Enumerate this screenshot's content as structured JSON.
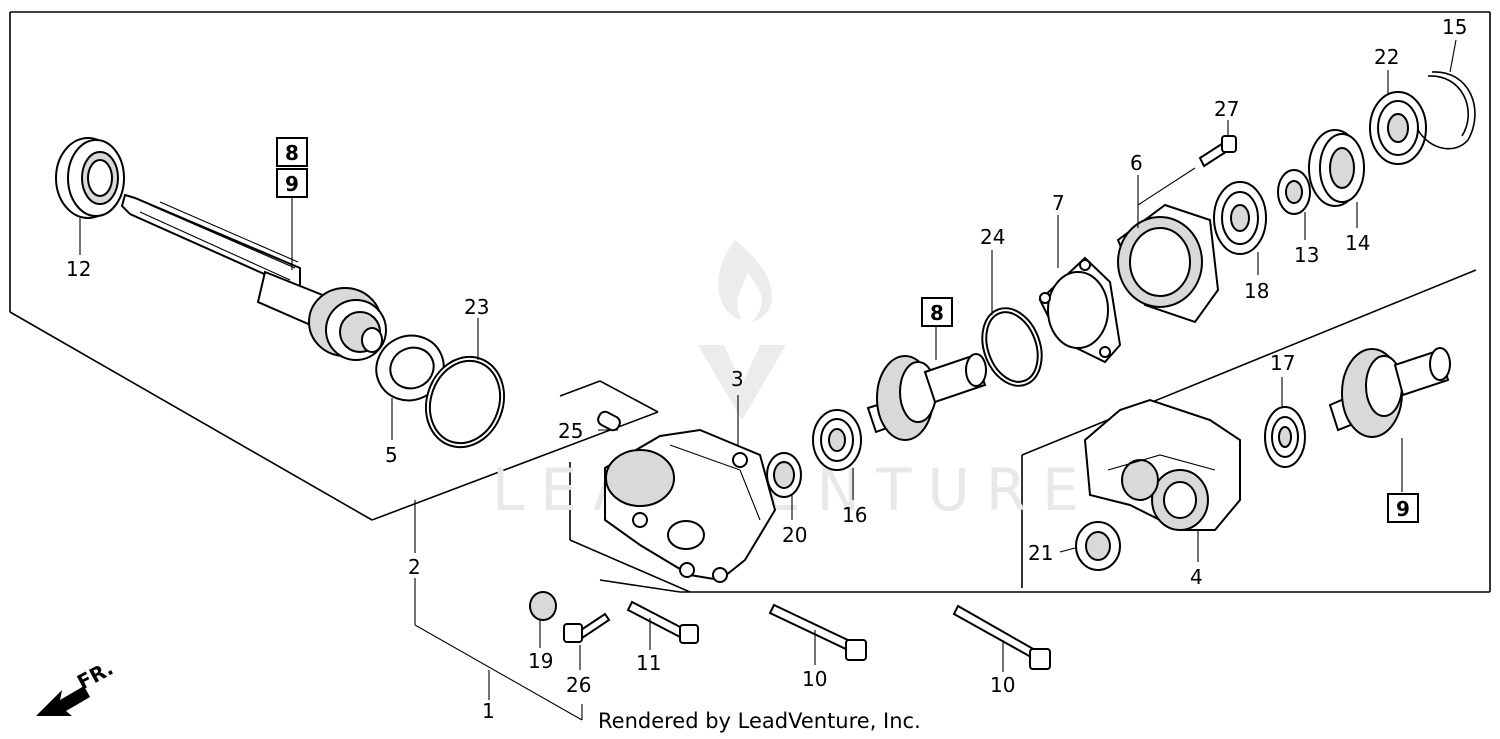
{
  "footer": "Rendered by LeadVenture, Inc.",
  "watermark": "LEADVENTURE",
  "direction_indicator": "FR.",
  "callouts": {
    "c1": "1",
    "c2": "2",
    "c3": "3",
    "c4": "4",
    "c5": "5",
    "c6": "6",
    "c7": "7",
    "c8a": "8",
    "c8b": "8",
    "c9a": "9",
    "c9b": "9",
    "c10a": "10",
    "c10b": "10",
    "c11": "11",
    "c12": "12",
    "c13": "13",
    "c14": "14",
    "c15": "15",
    "c16": "16",
    "c17": "17",
    "c18": "18",
    "c19": "19",
    "c20": "20",
    "c21": "21",
    "c22": "22",
    "c23": "23",
    "c24": "24",
    "c25": "25",
    "c26": "26",
    "c27": "27"
  }
}
